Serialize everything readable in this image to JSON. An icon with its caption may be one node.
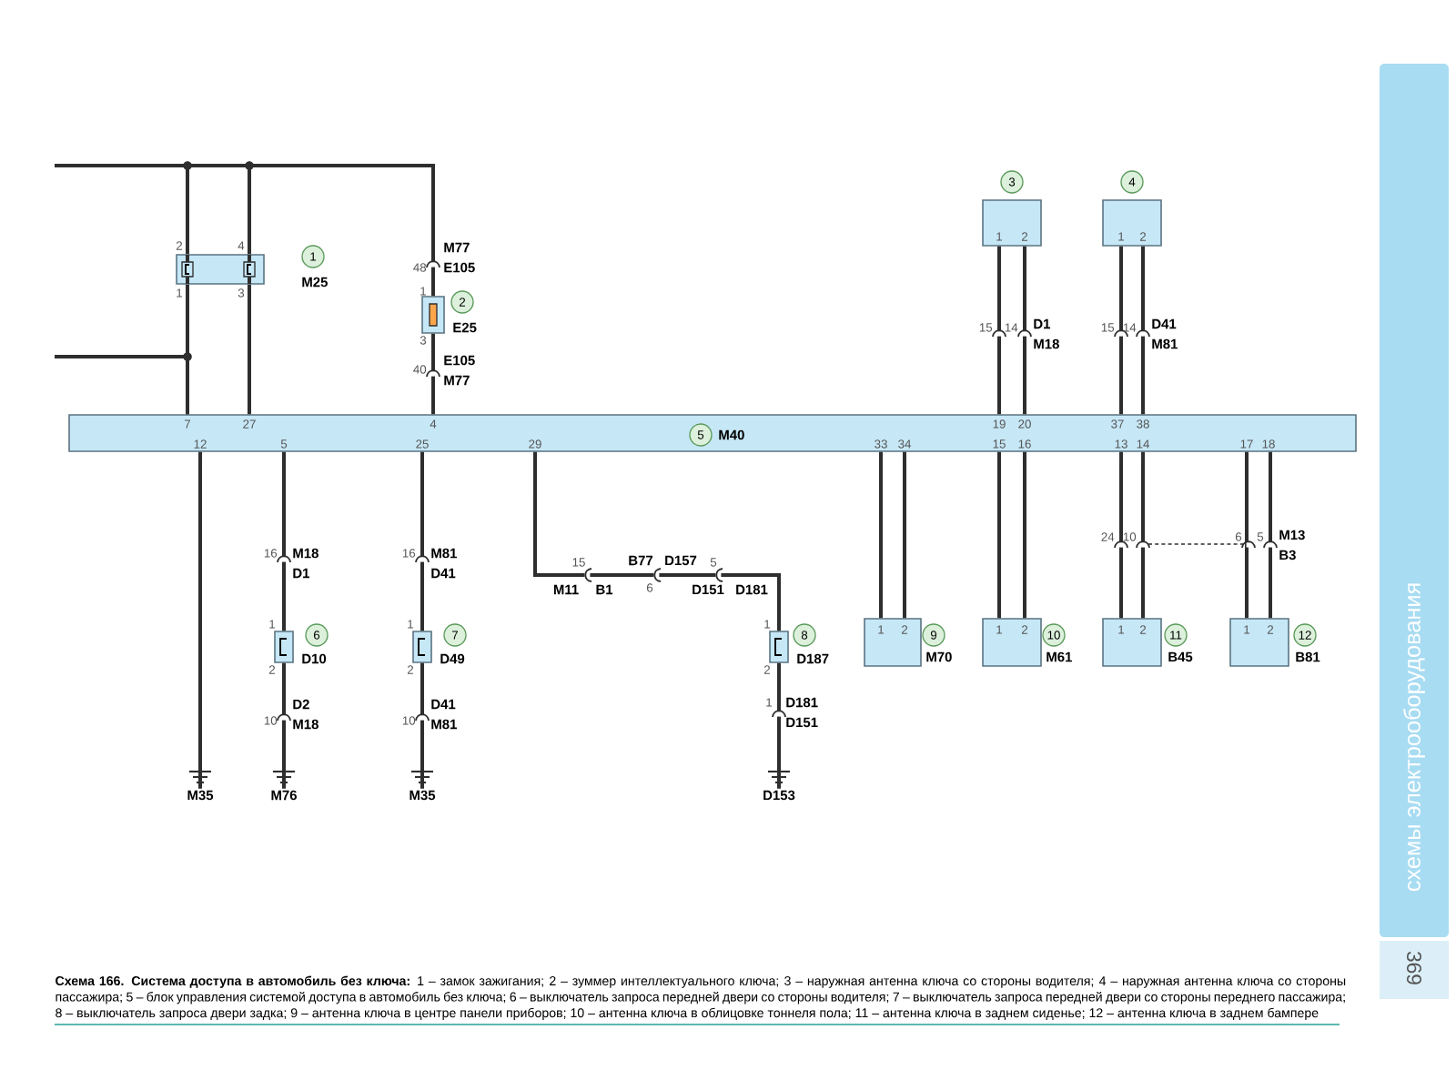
{
  "diagram": {
    "caption": "**Схема 166. Система доступа в автомобиль без ключа:** 1 – замок зажигания; 2 – зуммер интеллектуального ключа; 3 – наружная антенна ключа со стороны водителя; 4 – наружная антенна ключа со стороны пассажира; 5 – блок управления системой доступа в автомобиль без ключа; 6 – выключатель запроса передней двери со стороны водителя; 7 – выключатель запроса передней двери со стороны переднего пассажира; 8 – выключатель запроса двери задка; 9 – антенна ключа в центре панели приборов; 10 – антенна ключа в облицовке тоннеля пола; 11 – антенна ключа в заднем сиденье; 12 – антенна ключа в заднем бампере",
    "nodes": [
      {
        "text": [
          "2",
          "4",
          "1",
          "3",
          "1",
          "M25"
        ]
      },
      {
        "text": [
          "1",
          "3",
          "2",
          "E25"
        ]
      },
      {
        "text": [
          "1",
          "2"
        ],
        "beside": [
          "3"
        ]
      },
      {
        "text": [
          "1",
          "2"
        ],
        "beside": [
          "4"
        ]
      },
      {
        "text": [
          "7",
          "27",
          "4",
          "19",
          "20",
          "37",
          "38",
          "5",
          "M40",
          "12",
          "5",
          "25",
          "29",
          "33",
          "34",
          "15",
          "16",
          "13",
          "14",
          "17",
          "18"
        ]
      },
      {
        "text": [
          "M35"
        ]
      },
      {
        "text": [
          "1",
          "2",
          "6",
          "D10"
        ]
      },
      {
        "text": [
          "M76"
        ]
      },
      {
        "text": [
          "1",
          "2",
          "7",
          "D49"
        ]
      },
      {
        "text": [
          "M35"
        ]
      },
      {
        "text": [
          "1",
          "2",
          "8",
          "D187"
        ]
      },
      {
        "text": [
          "D153"
        ]
      },
      {
        "text": [
          "1",
          "2"
        ],
        "beside": [
          "9",
          "M70"
        ]
      },
      {
        "text": [
          "1",
          "2"
        ],
        "beside": [
          "10",
          "M61"
        ]
      },
      {
        "text": [
          "1",
          "2"
        ],
        "beside": [
          "11",
          "B45"
        ]
      },
      {
        "text": [
          "1",
          "2"
        ],
        "beside": [
          "12",
          "B81"
        ]
      }
    ],
    "edges": [
      {
        "from": null,
        "to": 0,
        "arrow": "none"
      },
      {
        "from": null,
        "to": 0,
        "arrow": "none"
      },
      {
        "from": null,
        "to": 1,
        "arrow": "none"
      },
      {
        "from": 0,
        "to": 4,
        "arrow": "none"
      },
      {
        "from": 0,
        "to": 4,
        "arrow": "none"
      },
      {
        "from": null,
        "to": 4,
        "arrow": "none"
      },
      {
        "from": 1,
        "to": 4,
        "arrow": "none"
      },
      {
        "from": 2,
        "to": 4,
        "arrow": "none"
      },
      {
        "from": 2,
        "to": 4,
        "arrow": "none"
      },
      {
        "from": 3,
        "to": 4,
        "arrow": "none"
      },
      {
        "from": 3,
        "to": 4,
        "arrow": "none"
      },
      {
        "from": 4,
        "to": 5,
        "arrow": "none"
      },
      {
        "from": 4,
        "to": 6,
        "arrow": "none"
      },
      {
        "from": 6,
        "to": 7,
        "arrow": "none"
      },
      {
        "from": 4,
        "to": 8,
        "arrow": "none"
      },
      {
        "from": 8,
        "to": 9,
        "arrow": "none"
      },
      {
        "from": 4,
        "to": 10,
        "arrow": "none"
      },
      {
        "from": 10,
        "to": 11,
        "arrow": "none"
      },
      {
        "from": 4,
        "to": 12,
        "arrow": "none"
      },
      {
        "from": 4,
        "to": 12,
        "arrow": "none"
      },
      {
        "from": 4,
        "to": 13,
        "arrow": "none"
      },
      {
        "from": 4,
        "to": 13,
        "arrow": "none"
      },
      {
        "from": 4,
        "to": 14,
        "arrow": "none"
      },
      {
        "from": 4,
        "to": 14,
        "arrow": "none"
      },
      {
        "from": 4,
        "to": 15,
        "arrow": "none"
      },
      {
        "from": 4,
        "to": 15,
        "arrow": "none"
      }
    ],
    "labels": [
      "M77",
      "48",
      "E105",
      "E105",
      "40",
      "M77",
      "15",
      "14",
      "D1",
      "M18",
      "15",
      "14",
      "D41",
      "M81",
      "16",
      "M18",
      "D1",
      "D2",
      "10",
      "M18",
      "16",
      "M81",
      "D41",
      "D41",
      "10",
      "M81",
      "15",
      "M11",
      "B1",
      "B77",
      "D157",
      "6",
      "5",
      "D151",
      "D181",
      "1",
      "D181",
      "D151",
      "24",
      "10",
      "6",
      "5",
      "M13",
      "B3",
      "схемы электрооборудования",
      "369"
    ]
  }
}
